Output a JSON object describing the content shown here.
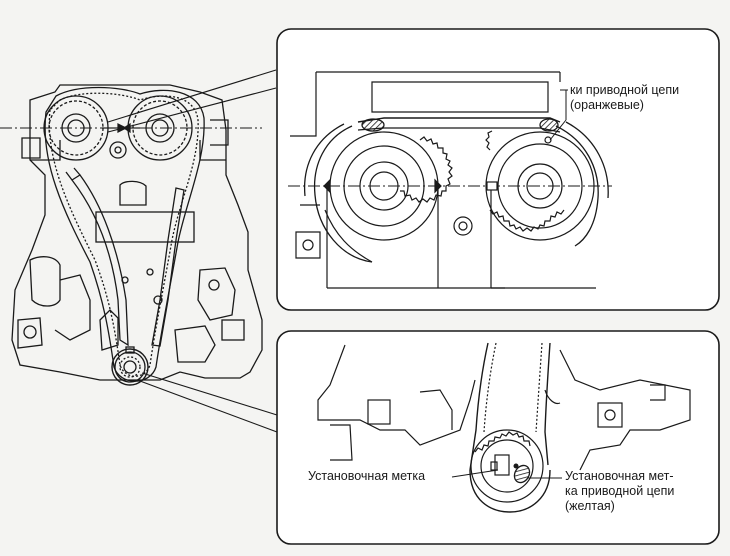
{
  "labels": {
    "top_chain_mark_line1": "ки приводной цепи",
    "top_chain_mark_line2": "(оранжевые)",
    "timing_mark": "Установочная метка",
    "bottom_chain_mark_line1": "Установочная мет-",
    "bottom_chain_mark_line2": "ка приводной цепи",
    "bottom_chain_mark_line3": "(желтая)"
  },
  "colors": {
    "ink": "#1a1a1a",
    "paper": "#f4f4f2",
    "panel": "#ffffff"
  }
}
